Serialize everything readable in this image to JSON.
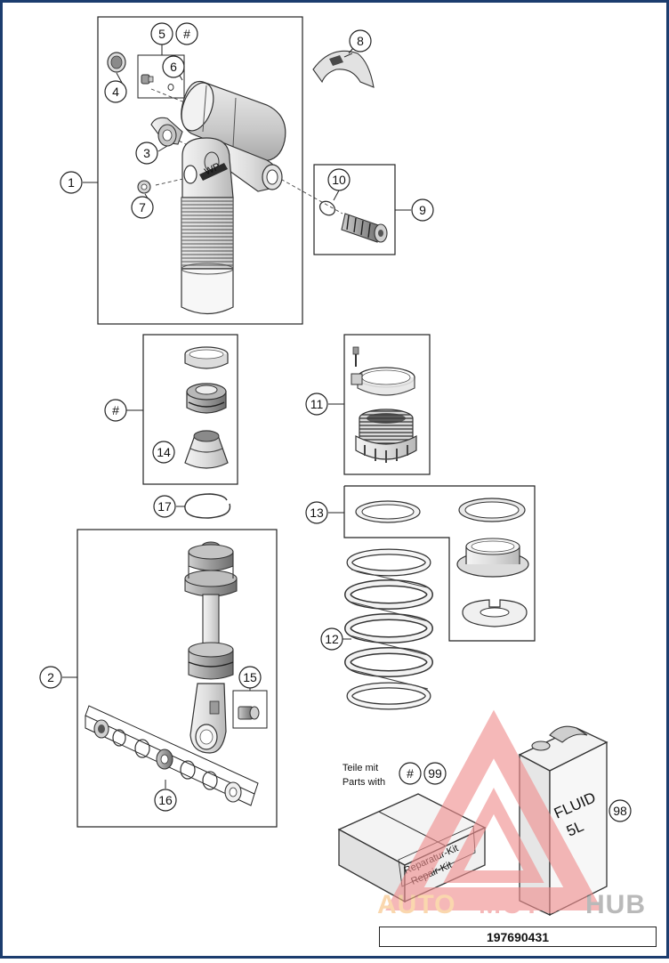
{
  "frame_color": "#1c3d6e",
  "watermark": {
    "part1": "AUTO",
    "part2": "MOTO",
    "part3": "HUB",
    "color_light": "#f7bf7e",
    "color_red": "#f08e8e",
    "color_gray": "#9a9a9a"
  },
  "callouts": {
    "c1": "1",
    "c2": "2",
    "c3": "3",
    "c4": "4",
    "c5": "5",
    "c5b": "#",
    "c6": "6",
    "c7": "7",
    "c8": "8",
    "c9": "9",
    "c10": "10",
    "c11": "11",
    "c12": "12",
    "c13": "13",
    "c14": "14",
    "c14b": "#",
    "c15": "15",
    "c16": "16",
    "c17": "17",
    "c98": "98",
    "c99": "99",
    "c99b": "#"
  },
  "note": {
    "line1": "Teile mit",
    "line2": "Parts with"
  },
  "repair_kit": {
    "line1": "Reparatur-Kit",
    "line2": "Repair-Kit"
  },
  "fluid": {
    "line1": "FLUID",
    "line2": "5L"
  },
  "brand_mark": "WP",
  "part_number": "197690431"
}
